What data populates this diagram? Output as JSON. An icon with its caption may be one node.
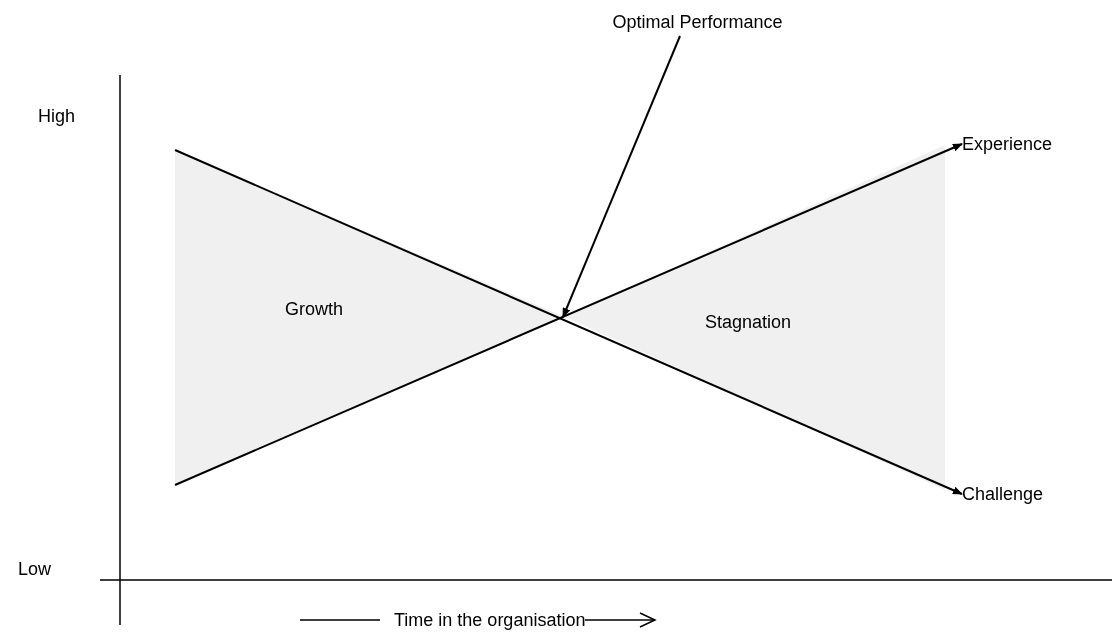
{
  "diagram": {
    "nodes": [
      {
        "text": [
          "Optimal Performance"
        ]
      },
      {
        "text": [
          "Experience"
        ]
      },
      {
        "text": [
          "Challenge"
        ]
      },
      {
        "text": [
          "Growth"
        ]
      },
      {
        "text": [
          "Stagnation"
        ]
      }
    ],
    "edges": [
      {
        "from": 0,
        "to": 3,
        "arrow": "to"
      },
      {
        "from": 3,
        "to": 1,
        "arrow": "to"
      },
      {
        "from": 3,
        "to": 2,
        "arrow": "to"
      }
    ],
    "labels": [
      "High",
      "Low",
      "Time in the organisation"
    ]
  }
}
